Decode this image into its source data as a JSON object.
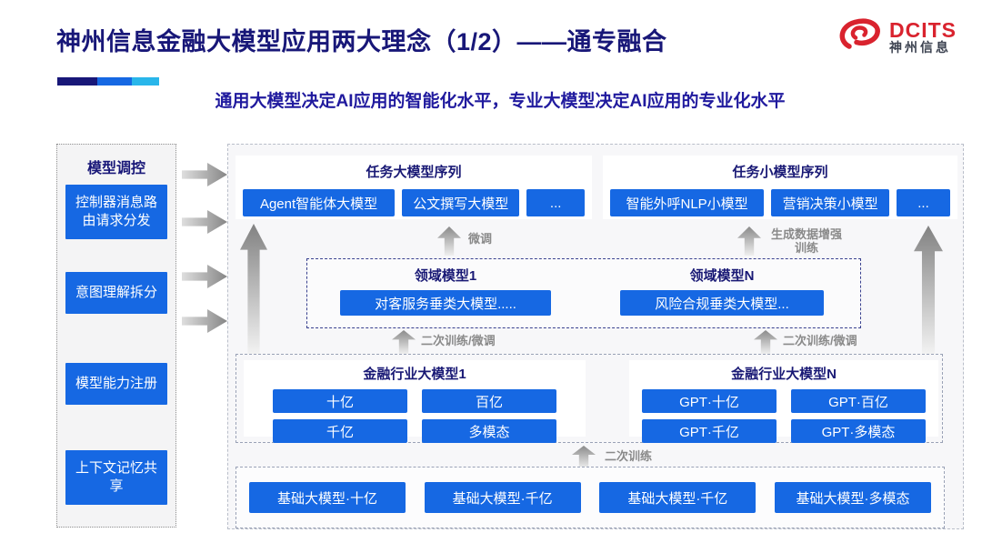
{
  "header": {
    "title": "神州信息金融大模型应用两大理念（1/2）——通专融合",
    "subtitle": "通用大模型决定AI应用的智能化水平，专业大模型决定AI应用的专业化水平",
    "logo": {
      "name_en": "DCITS",
      "name_cn": "神州信息"
    }
  },
  "colors": {
    "title_navy": "#181778",
    "subtitle_navy": "#201a9e",
    "button_blue": "#1668e3",
    "accent_cyan": "#29b6ea",
    "logo_red": "#d9232e",
    "arrow_gray": "#8a8a8a"
  },
  "sidebar": {
    "title": "模型调控",
    "items": [
      {
        "label": "控制器消息路由请求分发"
      },
      {
        "label": "意图理解拆分"
      },
      {
        "label": "模型能力注册"
      },
      {
        "label": "上下文记忆共享"
      }
    ]
  },
  "flow_labels": {
    "finetune": "微调",
    "data_augment": "生成数据增强训练",
    "retrain_finetune": "二次训练/微调",
    "retrain": "二次训练"
  },
  "main": {
    "task_large": {
      "title": "任务大模型序列",
      "items": [
        "Agent智能体大模型",
        "公文撰写大模型",
        "..."
      ]
    },
    "task_small": {
      "title": "任务小模型序列",
      "items": [
        "智能外呼NLP小模型",
        "营销决策小模型",
        "..."
      ]
    },
    "domain": {
      "groups": [
        {
          "title": "领域模型1",
          "item": "对客服务垂类大模型....."
        },
        {
          "title": "领域模型N",
          "item": "风险合规垂类大模型..."
        }
      ]
    },
    "industry": {
      "groups": [
        {
          "title": "金融行业大模型1",
          "items": [
            "十亿",
            "百亿",
            "千亿",
            "多模态"
          ]
        },
        {
          "title": "金融行业大模型N",
          "items": [
            "GPT·十亿",
            "GPT·百亿",
            "GPT·千亿",
            "GPT·多模态"
          ]
        }
      ]
    },
    "foundation": {
      "items": [
        "基础大模型·十亿",
        "基础大模型·千亿",
        "基础大模型·千亿",
        "基础大模型·多模态"
      ]
    }
  }
}
